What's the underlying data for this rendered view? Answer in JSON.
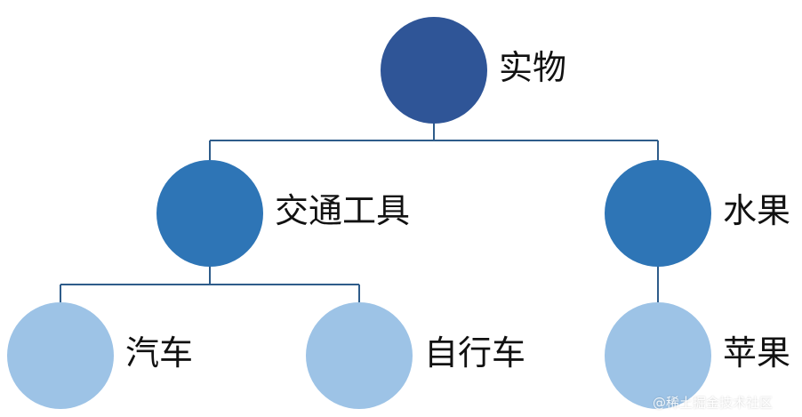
{
  "nodes": {
    "root": {
      "label": "实物"
    },
    "vehicle": {
      "label": "交通工具"
    },
    "fruit": {
      "label": "水果"
    },
    "car": {
      "label": "汽车"
    },
    "bike": {
      "label": "自行车"
    },
    "apple": {
      "label": "苹果"
    }
  },
  "colors": {
    "level1": "#2F5597",
    "level2": "#2E75B6",
    "level3": "#9DC3E6",
    "connector": "#2E5C8A"
  },
  "watermark": "@稀土掘金技术社区"
}
